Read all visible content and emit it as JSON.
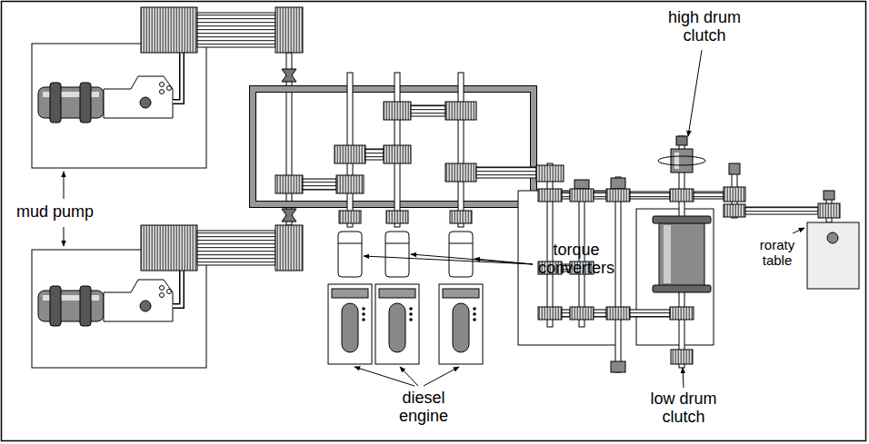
{
  "diagram": {
    "labels": [
      "high drum clutch",
      "mud pump",
      "roraty table",
      "torque converters",
      "diesel engine",
      "low drum clutch"
    ]
  }
}
